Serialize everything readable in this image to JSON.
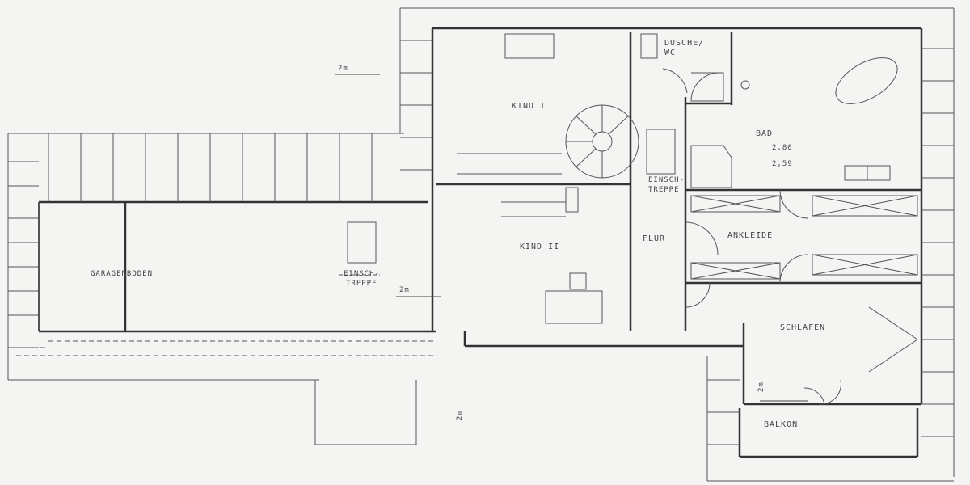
{
  "drawing": {
    "type": "architectural floor plan (upper floor)",
    "paper_color": "#f4f4f2",
    "line_color": "#333333"
  },
  "rooms": {
    "kind1": "KIND I",
    "kind2": "KIND II",
    "dusche_wc_line1": "DUSCHE/",
    "dusche_wc_line2": "WC",
    "bad": "BAD",
    "flur": "FLUR",
    "ankleide": "ANKLEIDE",
    "schlafen": "SCHLAFEN",
    "balkon": "BALKON",
    "garagenboden": "GARAGENBODEN"
  },
  "stairs": {
    "einschubtreppe_left_line1": "EINSCH-",
    "einschubtreppe_left_line2": "TREPPE",
    "einschubtreppe_mid_line1": "EINSCH-",
    "einschubtreppe_mid_line2": "TREPPE"
  },
  "heights": {
    "bad_h1": "2,80",
    "bad_h2": "2,59"
  },
  "dimensions": {
    "top_2m": "2m",
    "left_2m": "2m",
    "bottom_2m": "2m",
    "schlafen_2m": "2m"
  }
}
